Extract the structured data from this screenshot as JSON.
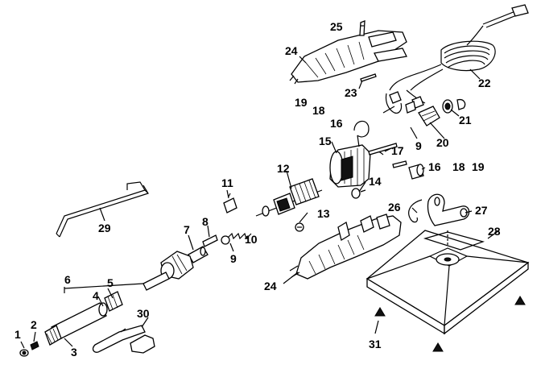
{
  "parts": [
    {
      "key": "p1",
      "label": "1"
    },
    {
      "key": "p2",
      "label": "2"
    },
    {
      "key": "p3",
      "label": "3"
    },
    {
      "key": "p4",
      "label": "4"
    },
    {
      "key": "p5",
      "label": "5"
    },
    {
      "key": "p6",
      "label": "6"
    },
    {
      "key": "p7",
      "label": "7"
    },
    {
      "key": "p8",
      "label": "8"
    },
    {
      "key": "p9a",
      "label": "9"
    },
    {
      "key": "p9b",
      "label": "9"
    },
    {
      "key": "p10",
      "label": "10"
    },
    {
      "key": "p11",
      "label": "11"
    },
    {
      "key": "p12",
      "label": "12"
    },
    {
      "key": "p13",
      "label": "13"
    },
    {
      "key": "p14",
      "label": "14"
    },
    {
      "key": "p15",
      "label": "15"
    },
    {
      "key": "p16a",
      "label": "16"
    },
    {
      "key": "p16b",
      "label": "16"
    },
    {
      "key": "p17",
      "label": "17"
    },
    {
      "key": "p18a",
      "label": "18"
    },
    {
      "key": "p18b",
      "label": "18"
    },
    {
      "key": "p19a",
      "label": "19"
    },
    {
      "key": "p19b",
      "label": "19"
    },
    {
      "key": "p20",
      "label": "20"
    },
    {
      "key": "p21",
      "label": "21"
    },
    {
      "key": "p22",
      "label": "22"
    },
    {
      "key": "p23",
      "label": "23"
    },
    {
      "key": "p24a",
      "label": "24"
    },
    {
      "key": "p24b",
      "label": "24"
    },
    {
      "key": "p25",
      "label": "25"
    },
    {
      "key": "p26",
      "label": "26"
    },
    {
      "key": "p27",
      "label": "27"
    },
    {
      "key": "p28",
      "label": "28"
    },
    {
      "key": "p29",
      "label": "29"
    },
    {
      "key": "p30",
      "label": "30"
    },
    {
      "key": "p31",
      "label": "31"
    }
  ],
  "icons": [
    "screw-icon",
    "washer-icon",
    "clip-icon"
  ]
}
